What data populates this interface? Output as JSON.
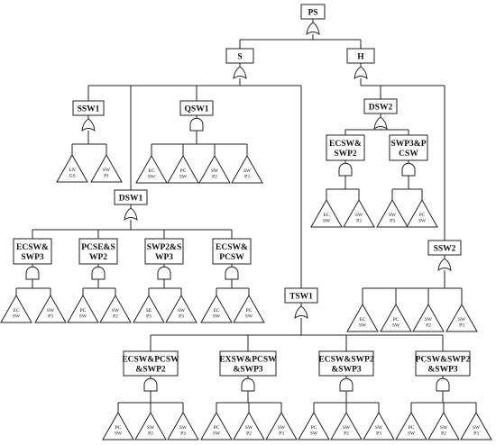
{
  "nodes": {
    "PS": {
      "lines": [
        "PS"
      ],
      "gate": "or"
    },
    "S": {
      "lines": [
        "S"
      ],
      "gate": "or"
    },
    "H": {
      "lines": [
        "H"
      ],
      "gate": "or"
    },
    "SSW1": {
      "lines": [
        "SSW1"
      ],
      "gate": "or"
    },
    "QSW1": {
      "lines": [
        "QSW1"
      ],
      "gate": "and"
    },
    "DSW2": {
      "lines": [
        "DSW2"
      ],
      "gate": "or"
    },
    "ECSW_SWP2_H": {
      "lines": [
        "ECSW&",
        "SWP2"
      ],
      "gate": "and"
    },
    "SWP3_PCSW_H": {
      "lines": [
        "SWP3&P",
        "CSW"
      ],
      "gate": "and"
    },
    "DSW1": {
      "lines": [
        "DSW1"
      ],
      "gate": "or"
    },
    "ECSW_SWP3_D": {
      "lines": [
        "ECSW&",
        "SWP3"
      ],
      "gate": "and"
    },
    "PCSE_SWP2_D": {
      "lines": [
        "PCSE&S",
        "WP2"
      ],
      "gate": "and"
    },
    "SWP2_SWP3_D": {
      "lines": [
        "SWP2&S",
        "WP3"
      ],
      "gate": "and"
    },
    "ECSW_PCSW_D": {
      "lines": [
        "ECSW&",
        "PCSW"
      ],
      "gate": "and"
    },
    "SSW2": {
      "lines": [
        "SSW2"
      ],
      "gate": "or"
    },
    "TSW1": {
      "lines": [
        "TSW1"
      ],
      "gate": "or"
    },
    "T_A": {
      "lines": [
        "ECSW&PCSW",
        "&SWP2"
      ],
      "gate": "and"
    },
    "T_B": {
      "lines": [
        "EXSW&PCSW",
        "&SWP3"
      ],
      "gate": "and"
    },
    "T_C": {
      "lines": [
        "ECSW&SWP2",
        "&SWP3"
      ],
      "gate": "and"
    },
    "T_D": {
      "lines": [
        "PCSW&SWP2",
        "&SWP3"
      ],
      "gate": "and"
    }
  },
  "leaves": {
    "SSW1": [
      [
        "LN",
        "GS"
      ],
      [
        "SW",
        "P1"
      ]
    ],
    "QSW1": [
      [
        "EC",
        "SW"
      ],
      [
        "PC",
        "SW"
      ],
      [
        "SW",
        "P2"
      ],
      [
        "SW",
        "P3"
      ]
    ],
    "ECSW_SWP2_H": [
      [
        "EC",
        "SW"
      ],
      [
        "SW",
        "P2"
      ]
    ],
    "SWP3_PCSW_H": [
      [
        "SW",
        "P3"
      ],
      [
        "PC",
        "SW"
      ]
    ],
    "ECSW_SWP3_D": [
      [
        "EC",
        "SW"
      ],
      [
        "SW",
        "P3"
      ]
    ],
    "PCSE_SWP2_D": [
      [
        "PC",
        "SW"
      ],
      [
        "SW",
        "P2"
      ]
    ],
    "SWP2_SWP3_D": [
      [
        "SE",
        "P3"
      ],
      [
        "SW",
        "P3"
      ]
    ],
    "ECSW_PCSW_D": [
      [
        "EC",
        "SW"
      ],
      [
        "PC",
        "SW"
      ]
    ],
    "SSW2": [
      [
        "EC",
        "SW"
      ],
      [
        "PC",
        "SW"
      ],
      [
        "SW",
        "P2"
      ],
      [
        "SW",
        "P3"
      ]
    ],
    "T_A": [
      [
        "PC",
        "SW"
      ],
      [
        "SW",
        "P2"
      ],
      [
        "SW",
        "P3"
      ]
    ],
    "T_B": [
      [
        "PC",
        "SW"
      ],
      [
        "SW",
        "P2"
      ],
      [
        "SW",
        "P3"
      ]
    ],
    "T_C": [
      [
        "PC",
        "SW"
      ],
      [
        "SW",
        "P2"
      ],
      [
        "SW",
        "P3"
      ]
    ],
    "T_D": [
      [
        "PC",
        "SW"
      ],
      [
        "SW",
        "P2"
      ],
      [
        "SW",
        "P3"
      ]
    ]
  }
}
